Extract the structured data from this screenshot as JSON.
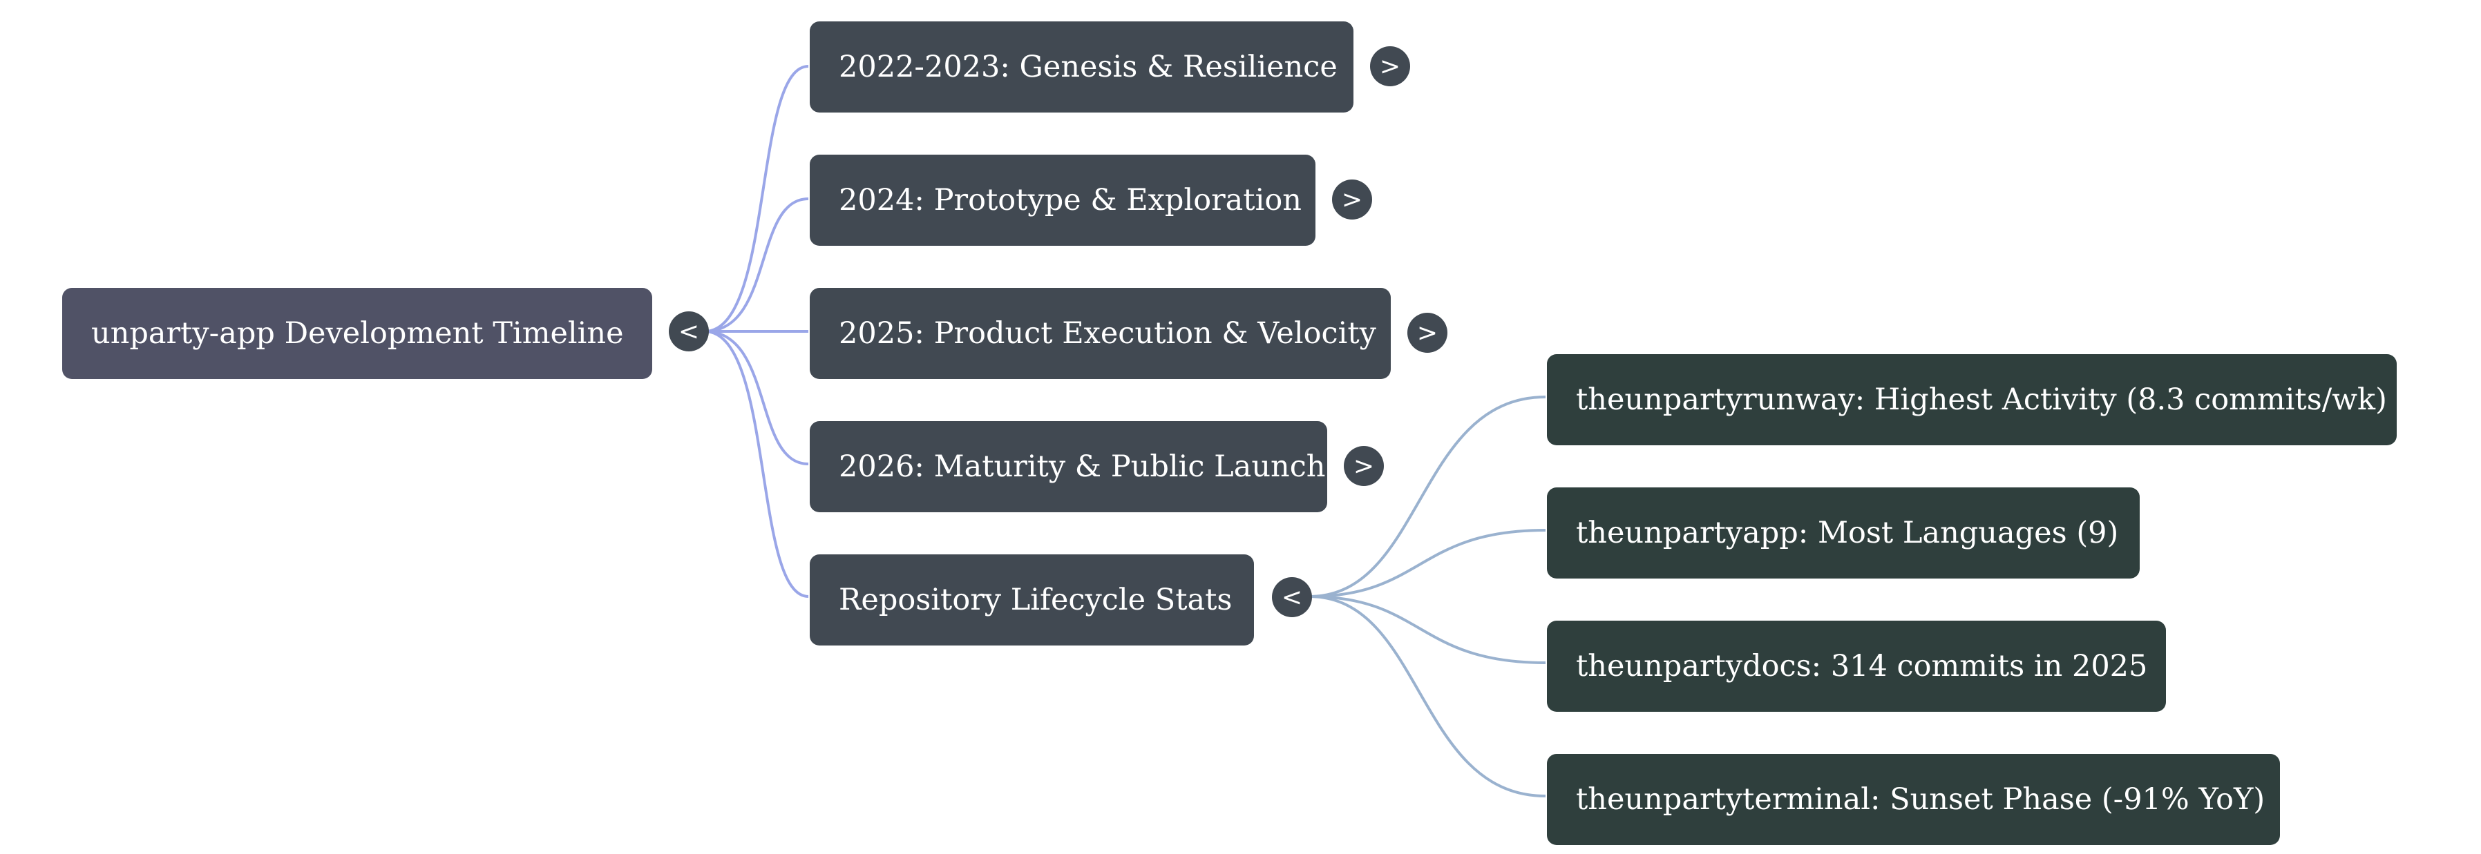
{
  "colors": {
    "root_node": "#505266",
    "branch_node": "#414952",
    "leaf_node": "#2f3f3d",
    "root_link": "#9aa6e8",
    "stats_link": "#9ab2cf",
    "text": "#ffffff",
    "background": "#ffffff"
  },
  "root": {
    "label": "unparty-app Development Timeline",
    "toggle": "<"
  },
  "branches": [
    {
      "label": "2022-2023: Genesis & Resilience",
      "toggle": ">"
    },
    {
      "label": "2024: Prototype & Exploration",
      "toggle": ">"
    },
    {
      "label": "2025: Product Execution & Velocity",
      "toggle": ">"
    },
    {
      "label": "2026: Maturity & Public Launch",
      "toggle": ">"
    },
    {
      "label": "Repository Lifecycle Stats",
      "toggle": "<"
    }
  ],
  "stats_leaves": [
    {
      "label": "theunpartyrunway: Highest Activity (8.3 commits/wk)"
    },
    {
      "label": "theunpartyapp: Most Languages (9)"
    },
    {
      "label": "theunpartydocs: 314 commits in 2025"
    },
    {
      "label": "theunpartyterminal: Sunset Phase (-91% YoY)"
    }
  ]
}
